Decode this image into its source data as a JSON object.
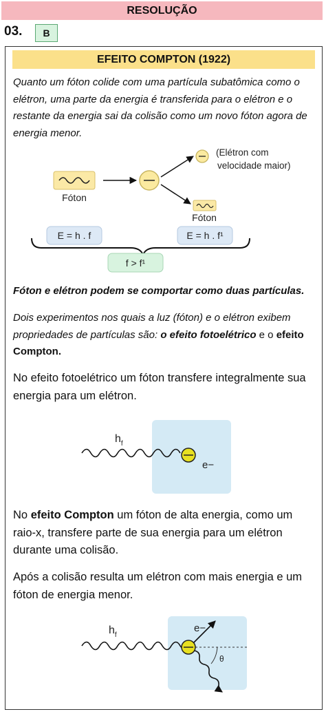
{
  "header": {
    "banner": "RESOLUÇÃO",
    "question_number": "03.",
    "answer": "B"
  },
  "section": {
    "title": "EFEITO COMPTON (1922)"
  },
  "paragraphs": {
    "intro": "Quanto um fóton colide com uma partícula subatômica como o elétron, uma parte da energia é transferida para o elétron e o restante da energia sai da colisão como um novo fóton agora de energia menor.",
    "particles": "Fóton e elétron podem se comportar como duas partículas.",
    "experiments_a": "Dois experimentos nos quais a luz (fóton) e o elétron exibem propriedades de partículas são: ",
    "experiments_b": "o efeito fotoelétrico",
    "experiments_c": " e o ",
    "experiments_d": "efeito Compton.",
    "photoelectric": "No efeito fotoelétrico um fóton transfere integralmente sua energia para um elétron.",
    "compton_a": "No ",
    "compton_b": "efeito Compton",
    "compton_c": " um fóton de alta energia, como um raio-x, transfere parte de sua energia para um elétron durante uma colisão.",
    "after": "Após a colisão resulta um elétron com mais energia e um fóton de energia menor."
  },
  "diagram1": {
    "photon_label": "Fóton",
    "electron_label_line1": "(Elétron com",
    "electron_label_line2": "velocidade maior)",
    "out_photon_label": "Fóton",
    "eq_left": "E = h . f",
    "eq_right": "E = h . f¹",
    "inequality": "f > f¹"
  },
  "diagram2": {
    "photon_symbol": "h",
    "photon_sub": "f",
    "electron_symbol": "e−"
  },
  "diagram3": {
    "photon_symbol": "h",
    "photon_sub": "f",
    "electron_symbol": "e−",
    "angle_symbol": "θ"
  },
  "colors": {
    "banner": "#f6b8be",
    "title": "#fbe08a",
    "answer": "#d8f3df",
    "photon_box": "#fbe9a6",
    "eq_box": "#dde9f6",
    "ineq_box": "#d8f3df",
    "light_blue": "#d4eaf5",
    "electron": "#e8e020"
  }
}
